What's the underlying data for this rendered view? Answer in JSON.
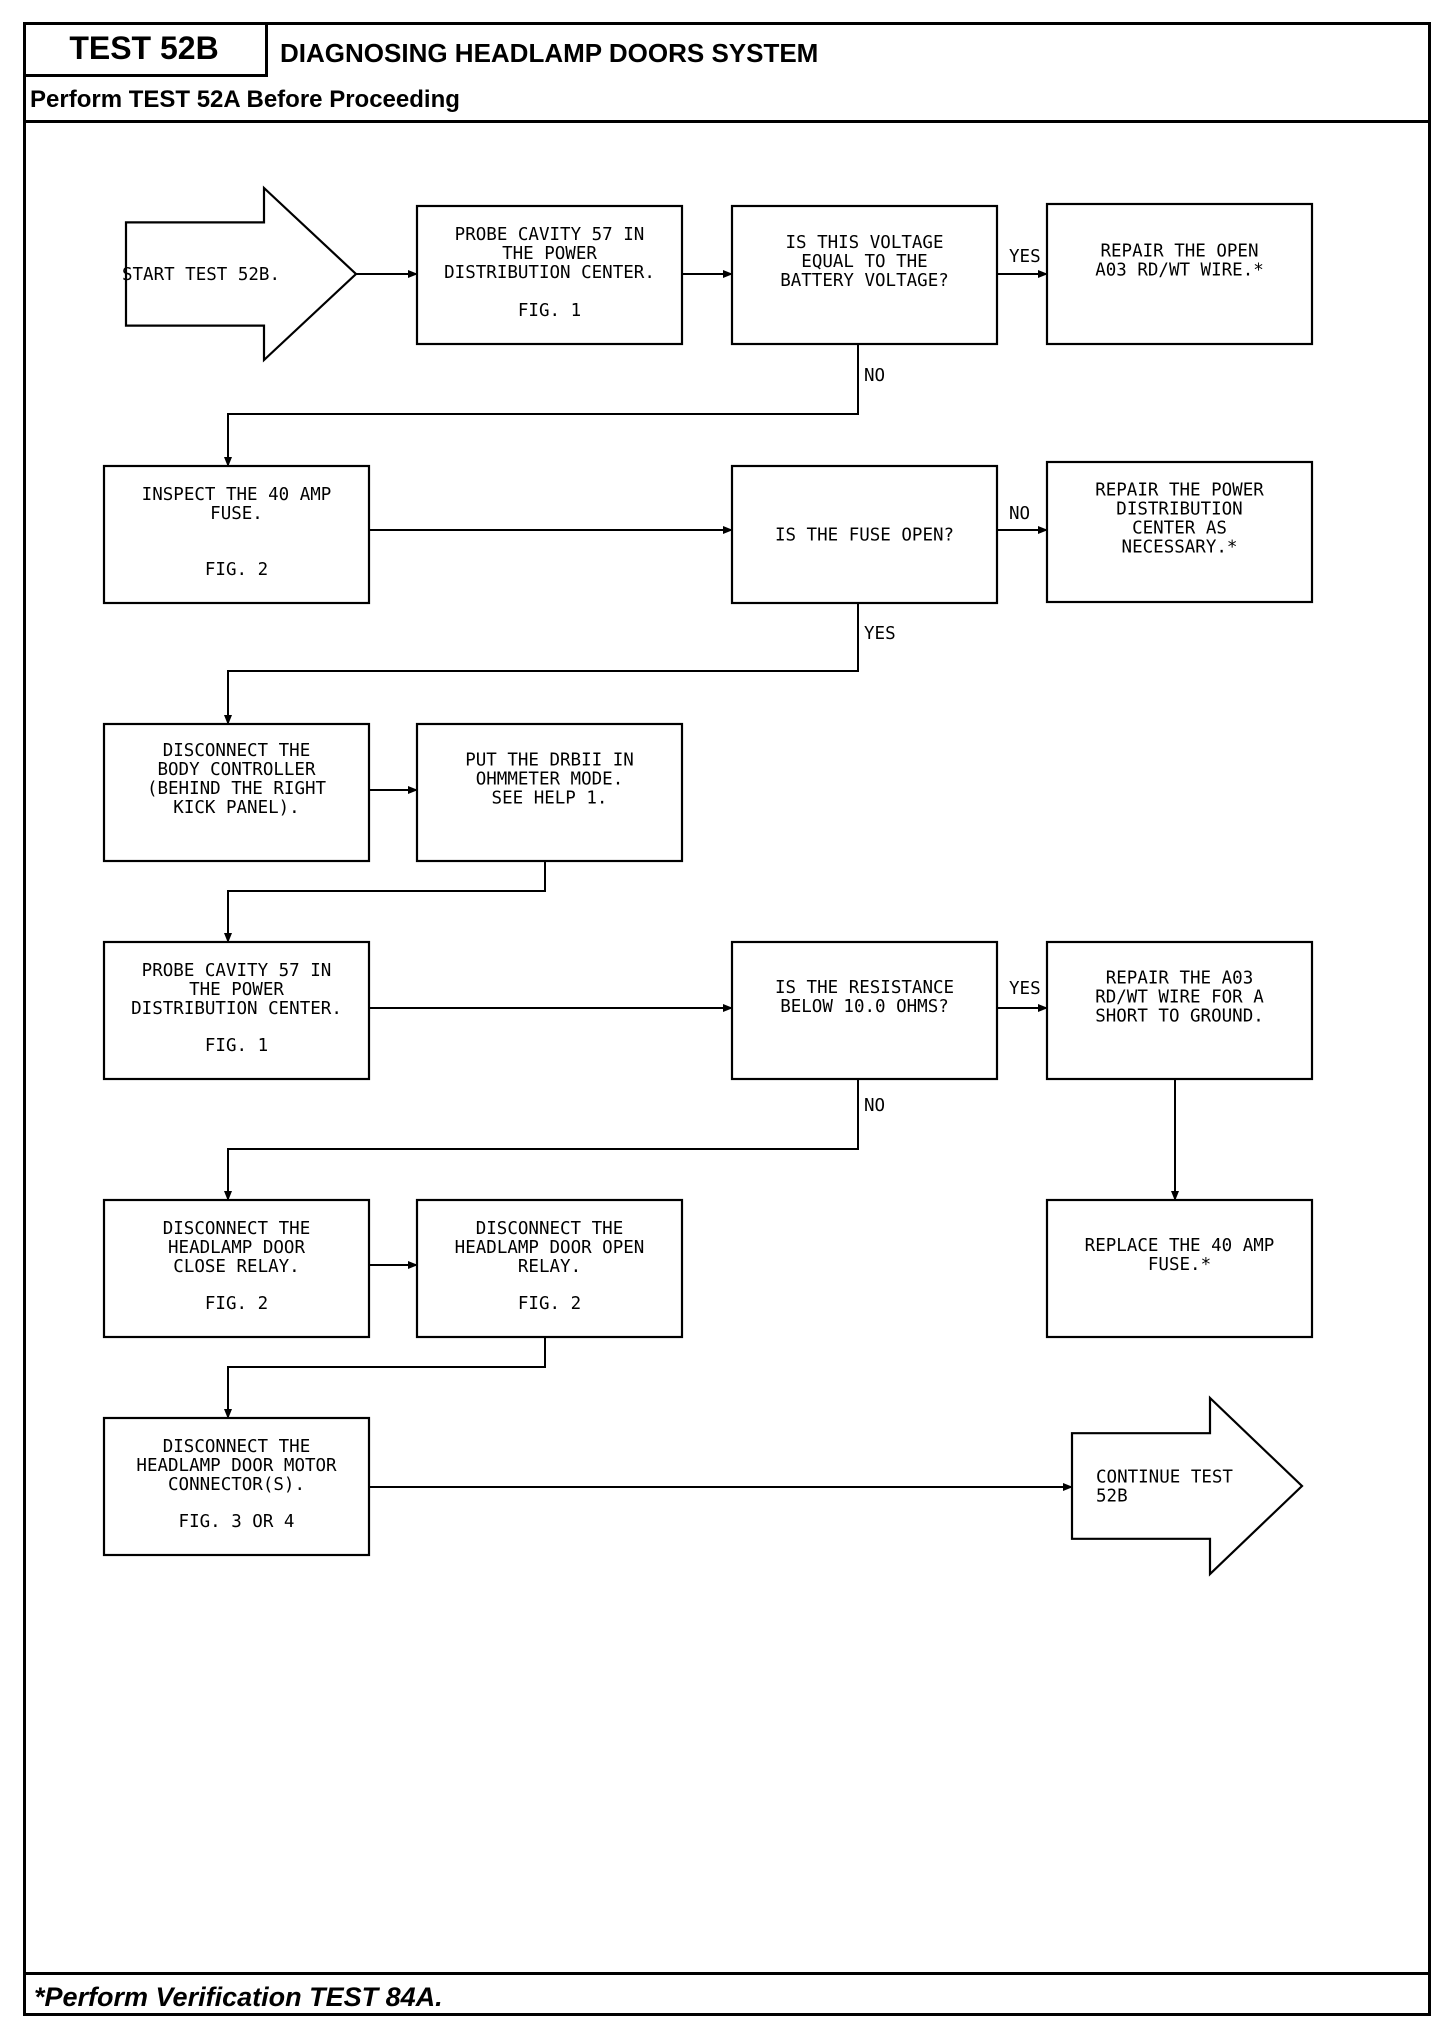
{
  "header": {
    "test_label": "TEST 52B",
    "title": "DIAGNOSING HEADLAMP DOORS SYSTEM",
    "subtitle": "Perform TEST 52A Before Proceeding"
  },
  "footer": {
    "note": "*Perform Verification TEST 84A."
  },
  "flowchart": {
    "nodes": [
      {
        "id": "start",
        "shape": "arrow",
        "lines": [
          "START TEST 52B."
        ]
      },
      {
        "id": "probe1",
        "shape": "box",
        "lines": [
          "PROBE CAVITY 57 IN",
          "THE POWER",
          "DISTRIBUTION CENTER."
        ],
        "fig": "FIG. 1"
      },
      {
        "id": "q_voltage",
        "shape": "box",
        "lines": [
          "IS THIS VOLTAGE",
          "EQUAL TO THE",
          "BATTERY VOLTAGE?"
        ]
      },
      {
        "id": "repair_open",
        "shape": "box",
        "lines": [
          "REPAIR THE OPEN",
          "A03 RD/WT WIRE.*"
        ]
      },
      {
        "id": "inspect_fuse",
        "shape": "box",
        "lines": [
          "INSPECT THE 40 AMP",
          "FUSE."
        ],
        "fig": "FIG. 2"
      },
      {
        "id": "q_fuse",
        "shape": "box",
        "lines": [
          "IS THE FUSE OPEN?"
        ]
      },
      {
        "id": "repair_pdc",
        "shape": "box",
        "lines": [
          "REPAIR THE POWER",
          "DISTRIBUTION",
          "CENTER AS",
          "NECESSARY.*"
        ]
      },
      {
        "id": "disc_body",
        "shape": "box",
        "lines": [
          "DISCONNECT THE",
          "BODY CONTROLLER",
          "(BEHIND THE RIGHT",
          "KICK PANEL)."
        ]
      },
      {
        "id": "drbii",
        "shape": "box",
        "lines": [
          "PUT THE DRBII IN",
          "OHMMETER MODE.",
          "SEE HELP 1."
        ]
      },
      {
        "id": "probe2",
        "shape": "box",
        "lines": [
          "PROBE CAVITY 57 IN",
          "THE POWER",
          "DISTRIBUTION CENTER."
        ],
        "fig": "FIG. 1"
      },
      {
        "id": "q_resist",
        "shape": "box",
        "lines": [
          "IS THE RESISTANCE",
          "BELOW 10.0 OHMS?"
        ]
      },
      {
        "id": "repair_short",
        "shape": "box",
        "lines": [
          "REPAIR THE A03",
          "RD/WT WIRE FOR A",
          "SHORT TO GROUND."
        ]
      },
      {
        "id": "replace_fuse",
        "shape": "box",
        "lines": [
          "REPLACE THE 40 AMP",
          "FUSE.*"
        ]
      },
      {
        "id": "disc_close",
        "shape": "box",
        "lines": [
          "DISCONNECT THE",
          "HEADLAMP DOOR",
          "CLOSE RELAY."
        ],
        "fig": "FIG. 2"
      },
      {
        "id": "disc_open",
        "shape": "box",
        "lines": [
          "DISCONNECT THE",
          "HEADLAMP DOOR OPEN",
          "RELAY."
        ],
        "fig": "FIG. 2"
      },
      {
        "id": "disc_motor",
        "shape": "box",
        "lines": [
          "DISCONNECT THE",
          "HEADLAMP DOOR MOTOR",
          "CONNECTOR(S)."
        ],
        "fig": "FIG. 3 OR 4"
      },
      {
        "id": "continue",
        "shape": "arrow",
        "lines": [
          "CONTINUE TEST",
          "52B"
        ]
      }
    ],
    "edges": [
      {
        "from": "start",
        "to": "probe1",
        "label": ""
      },
      {
        "from": "probe1",
        "to": "q_voltage",
        "label": ""
      },
      {
        "from": "q_voltage",
        "to": "repair_open",
        "label": "YES"
      },
      {
        "from": "q_voltage",
        "to": "inspect_fuse",
        "label": "NO"
      },
      {
        "from": "inspect_fuse",
        "to": "q_fuse",
        "label": ""
      },
      {
        "from": "q_fuse",
        "to": "repair_pdc",
        "label": "NO"
      },
      {
        "from": "q_fuse",
        "to": "disc_body",
        "label": "YES"
      },
      {
        "from": "disc_body",
        "to": "drbii",
        "label": ""
      },
      {
        "from": "drbii",
        "to": "probe2",
        "label": ""
      },
      {
        "from": "probe2",
        "to": "q_resist",
        "label": ""
      },
      {
        "from": "q_resist",
        "to": "repair_short",
        "label": "YES"
      },
      {
        "from": "repair_short",
        "to": "replace_fuse",
        "label": ""
      },
      {
        "from": "q_resist",
        "to": "disc_close",
        "label": "NO"
      },
      {
        "from": "disc_close",
        "to": "disc_open",
        "label": ""
      },
      {
        "from": "disc_open",
        "to": "disc_motor",
        "label": ""
      },
      {
        "from": "disc_motor",
        "to": "continue",
        "label": ""
      }
    ]
  }
}
